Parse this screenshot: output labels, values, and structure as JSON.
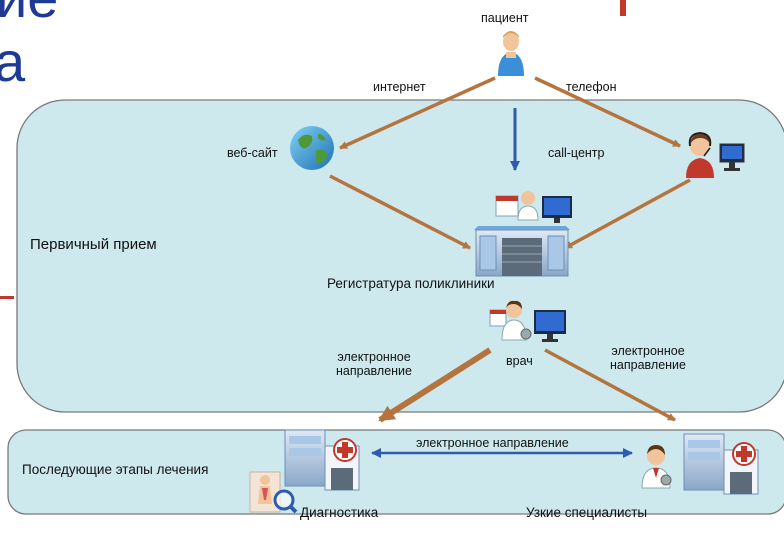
{
  "slide_fragments": {
    "top_left": "ие",
    "middle_left": "а"
  },
  "labels": {
    "patient": "пациент",
    "internet": "интернет",
    "phone": "телефон",
    "website": "веб-сайт",
    "call_center": "call-центр",
    "primary_reception": "Первичный прием",
    "registry": "Регистратура поликлиники",
    "e_referral_left": [
      "электронное",
      "направление"
    ],
    "doctor": "врач",
    "e_referral_right": [
      "электронное",
      "направление"
    ],
    "e_referral_bottom": "электронное направление",
    "next_stages": "Последующие этапы лечения",
    "diagnostics": "Диагностика",
    "specialists": "Узкие специалисты"
  },
  "colors": {
    "panel_fill": "#cde9ee",
    "panel_stroke": "#7a7a7a",
    "arrow_brown": "#b5743e",
    "arrow_blue": "#2d5cae",
    "accent_red": "#c0392b",
    "title_blue": "#1f3a93"
  },
  "icons": [
    "patient-icon",
    "globe-icon",
    "call-center-operator-icon",
    "registry-building-icon",
    "doctor-workstation-icon",
    "hospital-icon",
    "diagnostics-icon",
    "specialist-doctor-icon"
  ]
}
